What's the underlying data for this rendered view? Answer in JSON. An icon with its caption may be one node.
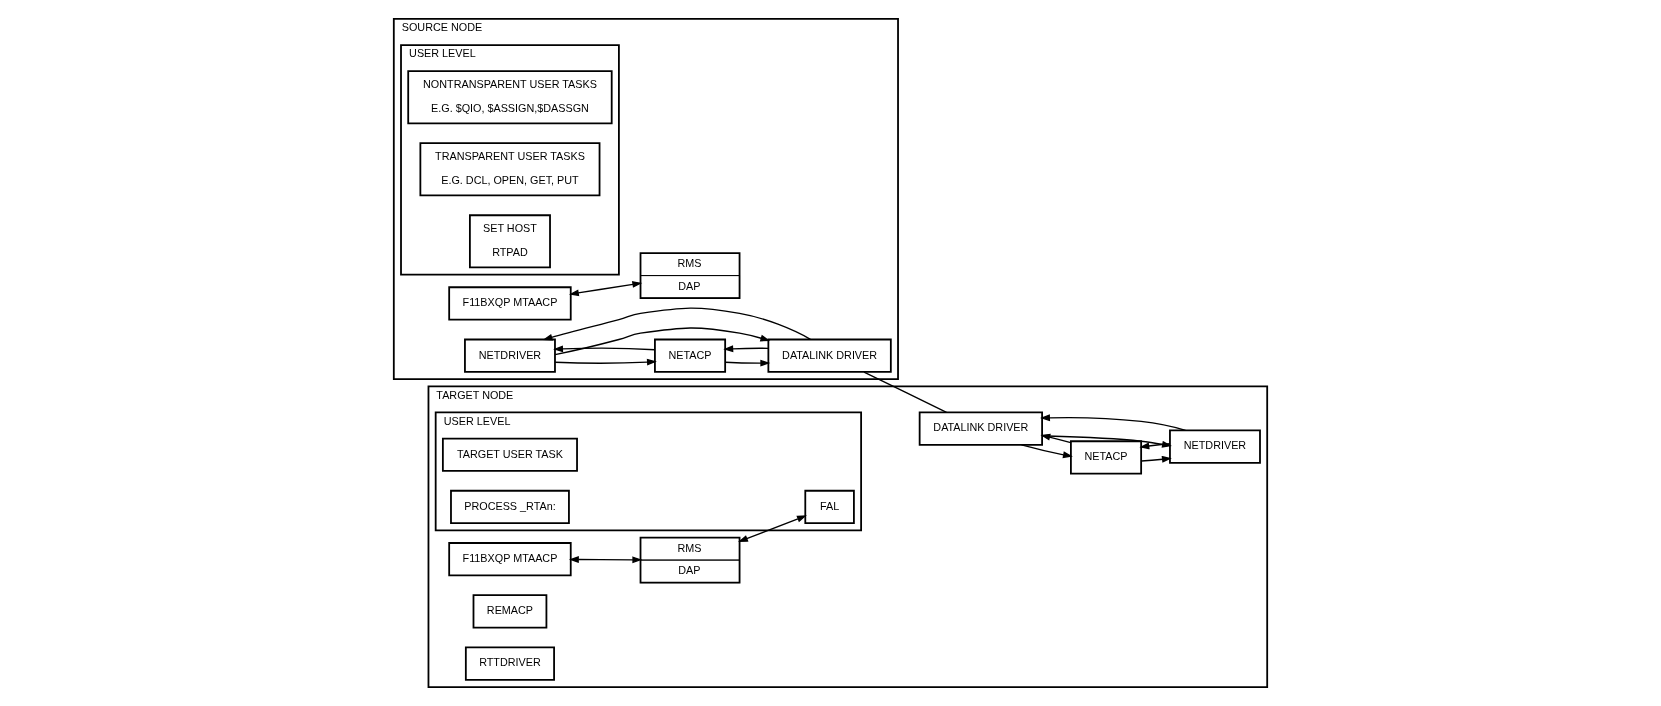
{
  "diagram": {
    "nodes": [
      {
        "text": [
          "SOURCE NODE"
        ]
      },
      {
        "text": [
          "USER LEVEL"
        ],
        "in": 0
      },
      {
        "text": [
          "NONTRANSPARENT USER TASKS",
          "E.G. $QIO, $ASSIGN,$DASSGN"
        ],
        "in": 1
      },
      {
        "text": [
          "TRANSPARENT USER TASKS",
          "E.G. DCL, OPEN, GET, PUT"
        ],
        "in": 1
      },
      {
        "text": [
          "SET HOST",
          "RTPAD"
        ],
        "in": 1
      },
      {
        "text": [
          "F11BXQP MTAACP"
        ],
        "in": 0
      },
      {
        "text": [
          "RMS",
          "DAP"
        ],
        "in": 0
      },
      {
        "text": [
          "NETDRIVER"
        ],
        "in": 0
      },
      {
        "text": [
          "NETACP"
        ],
        "in": 0
      },
      {
        "text": [
          "DATALINK DRIVER"
        ],
        "in": 0
      },
      {
        "text": [
          "TARGET NODE"
        ]
      },
      {
        "text": [
          "DATALINK DRIVER"
        ],
        "in": 10
      },
      {
        "text": [
          "NETACP"
        ],
        "in": 10
      },
      {
        "text": [
          "NETDRIVER"
        ],
        "in": 10
      },
      {
        "text": [
          "F11BXQP MTAACP"
        ],
        "in": 10
      },
      {
        "text": [
          "RMS",
          "DAP"
        ],
        "in": 10
      },
      {
        "text": [
          "REMACP"
        ],
        "in": 10
      },
      {
        "text": [
          "RTTDRIVER"
        ],
        "in": 10
      },
      {
        "text": [
          "USER LEVEL"
        ],
        "in": 10
      },
      {
        "text": [
          "FAL"
        ],
        "in": 18
      },
      {
        "text": [
          "TARGET USER TASK"
        ],
        "in": 18
      },
      {
        "text": [
          "PROCESS _RTAn:"
        ],
        "in": 18
      }
    ],
    "edges": [
      {
        "from": 5,
        "to": 6,
        "arrow": "both"
      },
      {
        "from": 7,
        "to": 8,
        "arrow": "to"
      },
      {
        "from": 8,
        "to": 7,
        "arrow": "to"
      },
      {
        "from": 8,
        "to": 9,
        "arrow": "to"
      },
      {
        "from": 9,
        "to": 8,
        "arrow": "to"
      },
      {
        "from": 7,
        "to": 9,
        "arrow": "to"
      },
      {
        "from": 9,
        "to": 7,
        "arrow": "to"
      },
      {
        "from": 9,
        "to": 11,
        "arrow": "none"
      },
      {
        "from": 11,
        "to": 12,
        "arrow": "to"
      },
      {
        "from": 12,
        "to": 11,
        "arrow": "to"
      },
      {
        "from": 12,
        "to": 13,
        "arrow": "to"
      },
      {
        "from": 13,
        "to": 12,
        "arrow": "to"
      },
      {
        "from": 11,
        "to": 13,
        "arrow": "to"
      },
      {
        "from": 13,
        "to": 11,
        "arrow": "to"
      },
      {
        "from": 14,
        "to": 15,
        "arrow": "both"
      },
      {
        "from": 15,
        "to": 19,
        "arrow": "both"
      }
    ]
  }
}
